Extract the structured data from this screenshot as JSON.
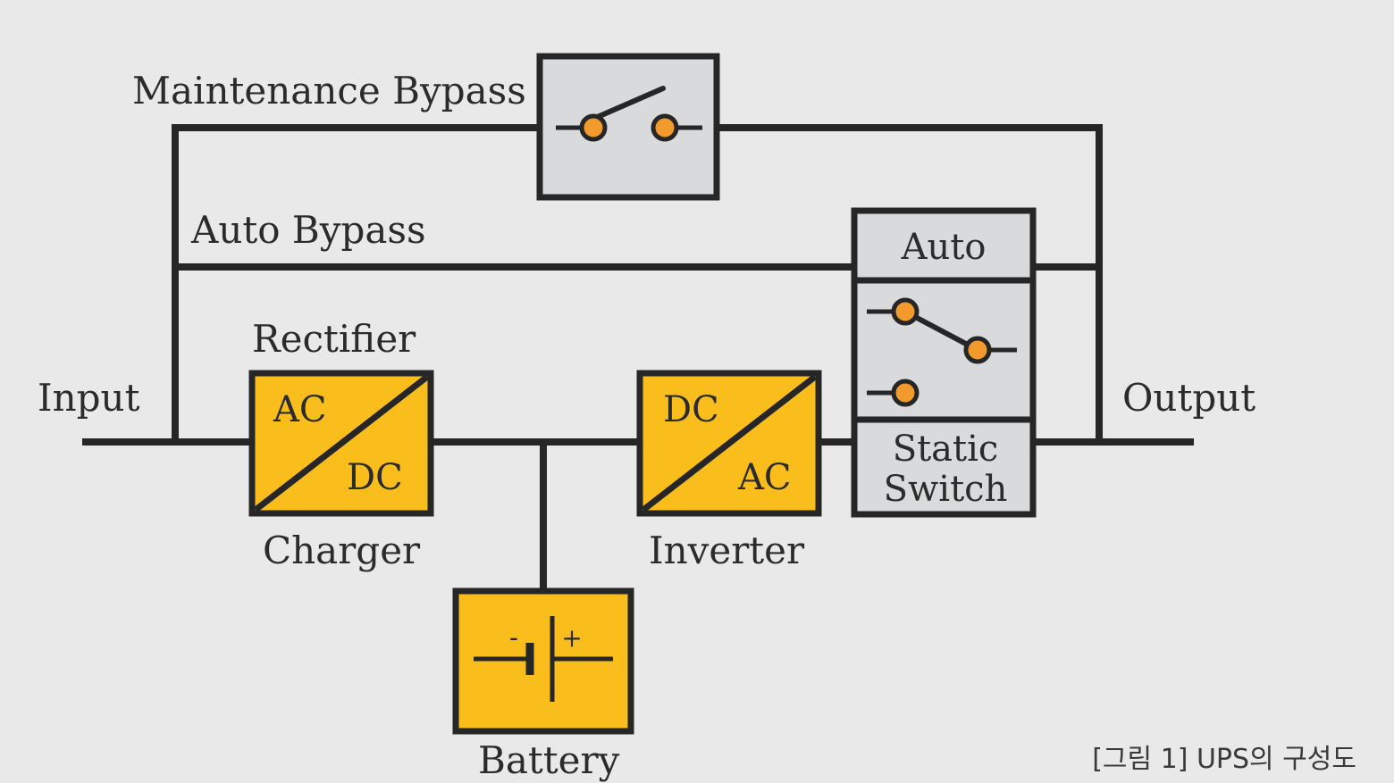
{
  "diagram": {
    "caption": "[그림 1] UPS의 구성도",
    "labels": {
      "maintenance_bypass": "Maintenance Bypass",
      "auto_bypass": "Auto Bypass",
      "rectifier": "Rectifier",
      "charger": "Charger",
      "input": "Input",
      "output": "Output",
      "inverter": "Inverter",
      "battery": "Battery"
    },
    "rectifier_block": {
      "top": "AC",
      "bottom": "DC"
    },
    "inverter_block": {
      "top": "DC",
      "bottom": "AC"
    },
    "static_switch": {
      "auto": "Auto",
      "line1": "Static",
      "line2": "Switch"
    },
    "battery_block": {
      "minus": "-",
      "plus": "+"
    },
    "colors": {
      "line": "#262626",
      "converter_fill": "#f9bd1c",
      "switch_fill": "#d9dadb",
      "contact": "#f39a2c",
      "background": "#e8e9e8"
    }
  }
}
